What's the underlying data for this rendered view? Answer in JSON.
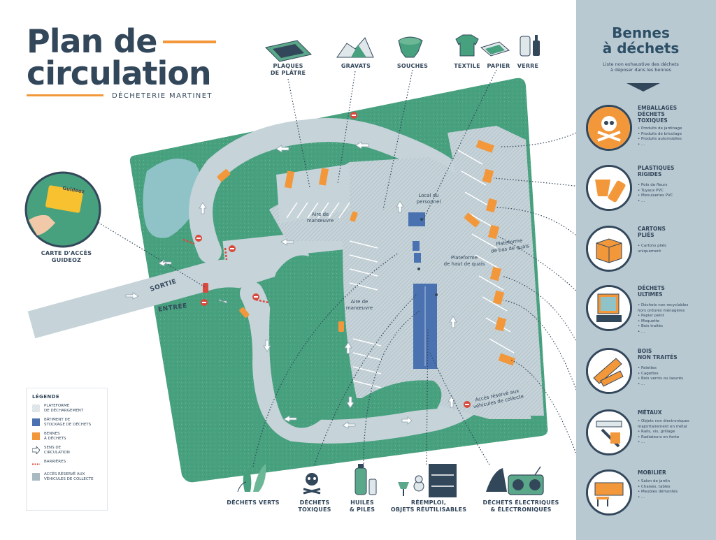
{
  "header": {
    "title_line1": "Plan de",
    "title_line2": "circulation",
    "subtitle": "DÉCHETERIE MARTINET"
  },
  "colors": {
    "green": "#47a07e",
    "road": "#c6d3d9",
    "orange": "#f2983b",
    "blue": "#4a72b0",
    "navy": "#33475b",
    "panel": "#b8c9d2"
  },
  "top_labels": {
    "plaques": "PLAQUES\nDE PLÂTRE",
    "gravats": "GRAVATS",
    "souches": "SOUCHES",
    "textile": "TEXTILE",
    "papier": "PAPIER",
    "verre": "VERRE"
  },
  "bottom_labels": {
    "verts": "DÉCHETS VERTS",
    "toxiques": "DÉCHETS\nTOXIQUES",
    "huiles": "HUILES\n& PILES",
    "reemploi": "RÉEMPLOI,\nOBJETS RÉUTILISABLES",
    "electriques": "DÉCHETS ÉLECTRIQUES\n& ÉLECTRONIQUES"
  },
  "map_labels": {
    "carte": "CARTE D'ACCÈS\nGUIDEOZ",
    "card_brand": "Guideoz",
    "sortie": "SORTIE",
    "entree": "ENTRÉE",
    "aire1": "Aire de\nmanœuvre",
    "aire2": "Aire de\nmanœuvre",
    "local": "Local du\npersonnel",
    "haut": "Plateforme\nde haut de quais",
    "bas": "Plateforme\nde bas de quais",
    "acces": "Accès réservé aux\nvéhicules de collecte"
  },
  "legend": {
    "title": "LÉGENDE",
    "items": [
      {
        "key": "plateforme",
        "label": "PLATEFORME\nDE DÉCHARGEMENT"
      },
      {
        "key": "batiment",
        "label": "BÂTIMENT DE\nSTOCKAGE DE DÉCHETS"
      },
      {
        "key": "bennes",
        "label": "BENNES\nÀ DÉCHETS"
      },
      {
        "key": "sens",
        "label": "SENS DE\nCIRCULATION"
      },
      {
        "key": "barrieres",
        "label": "BARRIÈRES"
      },
      {
        "key": "acces",
        "label": "ACCÈS RÉSERVÉ AUX\nVÉHICULES DE COLLECTE"
      }
    ]
  },
  "panel": {
    "title": "Bennes\nà déchets",
    "description": "Liste non exhaustive des déchets\nà déposer dans les bennes",
    "categories": [
      {
        "title": "EMBALLAGES\nDÉCHETS\nTOXIQUES",
        "icon": "skull-icon",
        "items": [
          "• Produits de jardinage",
          "• Produits de bricolage",
          "• Produits automobiles",
          "• ..."
        ]
      },
      {
        "title": "PLASTIQUES\nRIGIDES",
        "icon": "flowerpot-icon",
        "items": [
          "• Pots de fleurs",
          "• Tuyaux PVC",
          "• Menuiseries PVC",
          "• ..."
        ]
      },
      {
        "title": "CARTONS\nPLIÉS",
        "icon": "box-icon",
        "items": [
          "• Cartons pliés",
          "  uniquement"
        ]
      },
      {
        "title": "DÉCHETS\nULTIMES",
        "icon": "window-icon",
        "items": [
          "• Déchets non recyclables",
          "  hors ordures ménagères",
          "• Papier peint",
          "• Moquette",
          "• Bois traités",
          "• ..."
        ]
      },
      {
        "title": "BOIS\nNON TRAITÉS",
        "icon": "planks-icon",
        "items": [
          "• Palettes",
          "• Cagettes",
          "• Bois vernis ou lasurés",
          "• ..."
        ]
      },
      {
        "title": "MÉTAUX",
        "icon": "metal-icon",
        "items": [
          "• Objets non électroniques",
          "  majoritairement en métal",
          "• Rails, vis, grillage",
          "• Radiateurs en fonte",
          "• ..."
        ]
      },
      {
        "title": "MOBILIER",
        "icon": "furniture-icon",
        "items": [
          "• Salon de jardin",
          "• Chaises, tables",
          "• Meubles démontés",
          "• ..."
        ]
      }
    ]
  }
}
